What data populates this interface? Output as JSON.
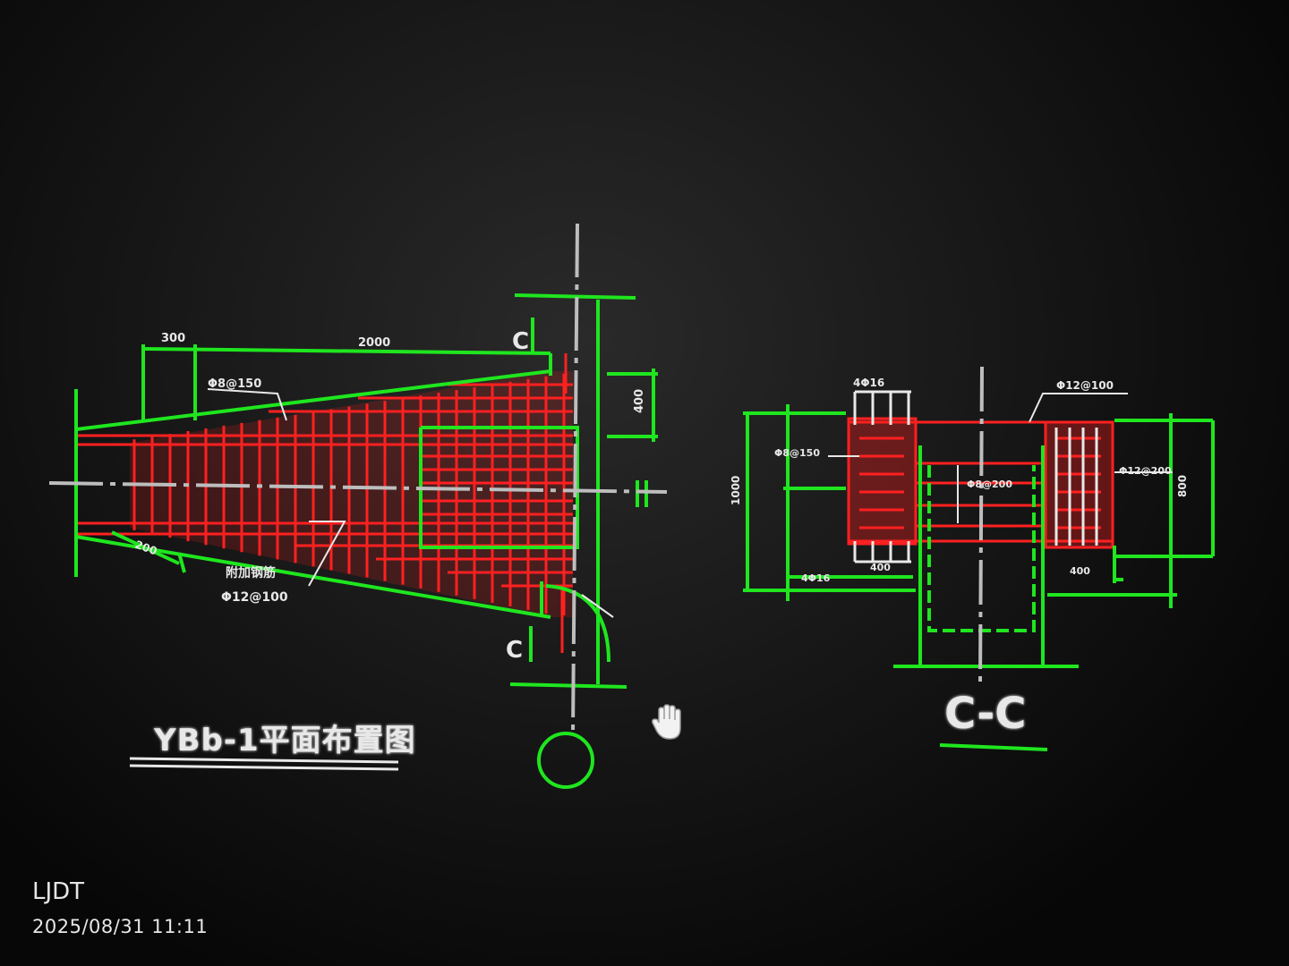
{
  "plan_drawing": {
    "title": "YBb-1平面布置图",
    "cut_label_top": "C",
    "cut_label_bottom": "C",
    "dim_top_left": "300",
    "dim_top_mid": "2000",
    "dim_right_vertical": "400",
    "note_top_rebar": "Φ8@150",
    "note_bottom_rebar_1": "附加钢筋",
    "note_bottom_rebar_2": "Φ12@100",
    "note_edge": "200"
  },
  "section_drawing": {
    "title": "C-C",
    "note_top_left": "4Φ16",
    "note_top_right": "Φ12@100",
    "note_left": "Φ8@150",
    "note_right": "Φ12@200",
    "note_center": "Φ8@200",
    "note_bottom_left": "4Φ16",
    "note_bottom_mid": "400",
    "note_bottom_right": "400",
    "dim_left_vertical": "1000",
    "dim_right_vertical": "800"
  },
  "colors": {
    "cad_green": "#1fe61f",
    "rebar_red": "#ff2020",
    "axis_grey": "#bdbdbd",
    "text_white": "#e8e8e8"
  },
  "cursor": {
    "icon": "hand-cursor-icon"
  },
  "photo_watermark": {
    "brand": "LJDT",
    "datetime": "2025/08/31 11:11"
  }
}
